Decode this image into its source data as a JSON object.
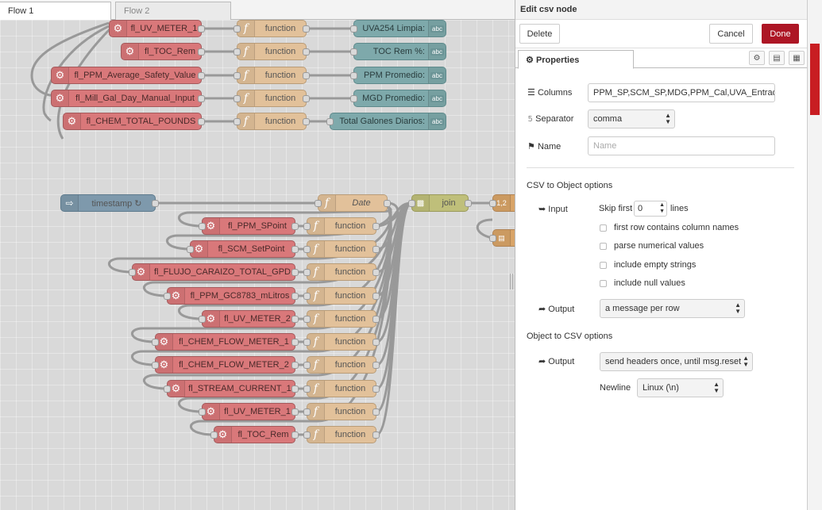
{
  "tabs": [
    "Flow 1",
    "Flow 2"
  ],
  "workspace": {
    "top_rows": [
      {
        "source": "fl_UV_METER_1",
        "func": "function",
        "debug": "UVA254 Limpia:"
      },
      {
        "source": "fl_TOC_Rem",
        "func": "function",
        "debug": "TOC Rem %:"
      },
      {
        "source": "fl_PPM_Average_Safety_Value",
        "func": "function",
        "debug": "PPM Promedio:"
      },
      {
        "source": "fl_Mill_Gal_Day_Manual_Input",
        "func": "function",
        "debug": "MGD Promedio:"
      },
      {
        "source": "fl_CHEM_TOTAL_POUNDS",
        "func": "function",
        "debug": "Total Galones Diarios:"
      }
    ],
    "debug_badge": "abc",
    "timestamp_label": "timestamp ↻",
    "date_label": "Date",
    "join_label": "join",
    "bottom_rows": [
      {
        "source": "fl_PPM_SPoint",
        "func": "function"
      },
      {
        "source": "fl_SCM_SetPoint",
        "func": "function"
      },
      {
        "source": "fl_FLUJO_CARAIZO_TOTAL_GPD",
        "func": "function"
      },
      {
        "source": "fl_PPM_GC8783_mLitros",
        "func": "function"
      },
      {
        "source": "fl_UV_METER_2",
        "func": "function"
      },
      {
        "source": "fl_CHEM_FLOW_METER_1",
        "func": "function"
      },
      {
        "source": "fl_CHEM_FLOW_METER_2",
        "func": "function"
      },
      {
        "source": "fl_STREAM_CURRENT_1",
        "func": "function"
      },
      {
        "source": "fl_UV_METER_1",
        "func": "function"
      },
      {
        "source": "fl_TOC_Rem",
        "func": "function"
      }
    ]
  },
  "tray": {
    "title": "Edit csv node",
    "delete_label": "Delete",
    "cancel_label": "Cancel",
    "done_label": "Done",
    "properties_tab": "Properties",
    "columns_label": "Columns",
    "columns_value": "PPM_SP,SCM_SP,MDG,PPM_Cal,UVA_Entrada,F",
    "separator_label": "Separator",
    "separator_value": "comma",
    "name_label": "Name",
    "name_placeholder": "Name",
    "csv_to_obj_heading": "CSV to Object options",
    "input_label": "Input",
    "skip_first_label": "Skip first",
    "skip_first_value": "0",
    "lines_label": "lines",
    "checkboxes": [
      "first row contains column names",
      "parse numerical values",
      "include empty strings",
      "include null values"
    ],
    "output_label": "Output",
    "output_value": "a message per row",
    "obj_to_csv_heading": "Object to CSV options",
    "output2_label": "Output",
    "output2_value": "send headers once, until msg.reset",
    "newline_label": "Newline",
    "newline_value": "Linux (\\n)"
  },
  "colors": {
    "done": "#ad1625",
    "node_red": "#d9787a",
    "node_function": "#e2c19a",
    "node_debug": "#7ea9ab"
  }
}
